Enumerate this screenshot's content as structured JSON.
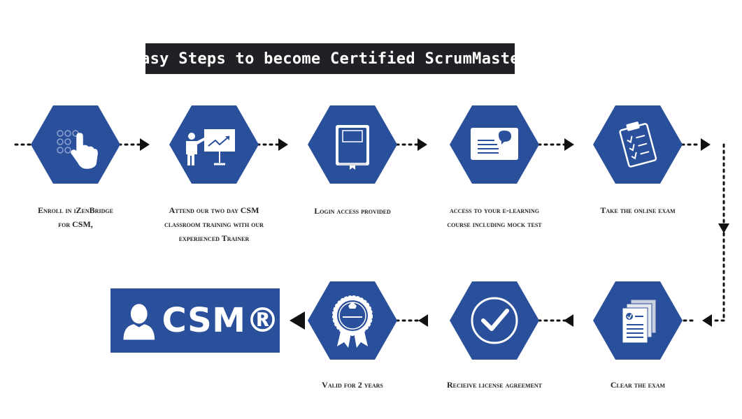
{
  "title": "Easy Steps to become Certified ScrumMaster",
  "colors": {
    "hexagon": "#2a509c",
    "title_bg": "#1f2124",
    "connector": "#111111"
  },
  "badge": {
    "text": "CSM®",
    "icon": "user-icon"
  },
  "steps": [
    {
      "label": "Enroll in iZenBridge\nfor CSM,",
      "icon": "touch-keypad-icon"
    },
    {
      "label": "Attend our two day CSM\nclassroom training with our\nexperienced  Trainer",
      "icon": "presentation-trainer-icon"
    },
    {
      "label": "Login access provided",
      "icon": "book-icon"
    },
    {
      "label": "access to your e-learning\ncourse including mock test",
      "icon": "elearning-screen-icon"
    },
    {
      "label": "Take the online  exam",
      "icon": "clipboard-checklist-icon"
    },
    {
      "label": "Clear the exam",
      "icon": "documents-checked-icon"
    },
    {
      "label": "Recieive license agreement",
      "icon": "checkmark-circle-icon"
    },
    {
      "label": "Valid for 2 years",
      "icon": "award-ribbon-icon"
    }
  ]
}
